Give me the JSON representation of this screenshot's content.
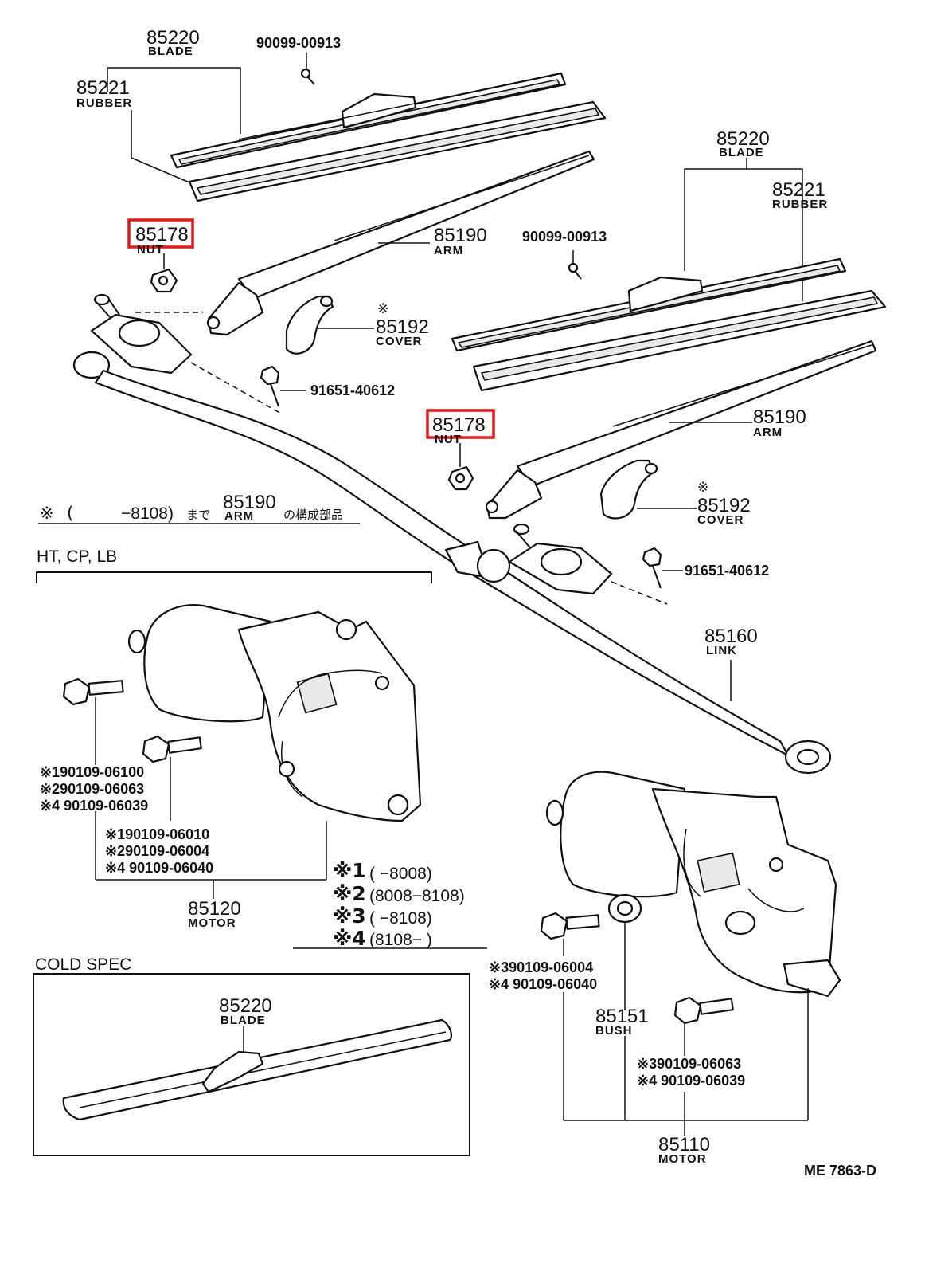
{
  "labels": {
    "blade_top_num": "85220",
    "blade_top_name": "BLADE",
    "screw_top": "90099-00913",
    "rubber_top_num": "85221",
    "rubber_top_name": "RUBBER",
    "nut_left_num": "85178",
    "nut_left_name": "NUT",
    "arm_left_num": "85190",
    "arm_left_name": "ARM",
    "blade_right_num": "85220",
    "blade_right_name": "BLADE",
    "rubber_right_num": "85221",
    "rubber_right_name": "RUBBER",
    "screw_right": "90099-00913",
    "cover_left_mark": "※",
    "cover_left_num": "85192",
    "cover_left_name": "COVER",
    "bolt_left": "91651-40612",
    "nut_right_num": "85178",
    "nut_right_name": "NUT",
    "arm_right_num": "85190",
    "arm_right_name": "ARM",
    "cover_right_mark": "※",
    "cover_right_num": "85192",
    "cover_right_name": "COVER",
    "bolt_right": "91651-40612",
    "link_num": "85160",
    "link_name": "LINK",
    "motor_ht_num": "85120",
    "motor_ht_name": "MOTOR",
    "bush_num": "85151",
    "bush_name": "BUSH",
    "motor_cold_num": "85110",
    "motor_cold_name": "MOTOR",
    "cold_blade_num": "85220",
    "cold_blade_name": "BLADE"
  },
  "note": {
    "mark": "※",
    "open": "(",
    "range": "−8108)",
    "until": "まで",
    "num": "85190",
    "name": "ARM",
    "suffix": "の構成部品"
  },
  "sections": {
    "ht": "HT, CP, LB",
    "cold": "COLD SPEC"
  },
  "bolt_codes_a": [
    "※190109-06100",
    "※290109-06063",
    "※4 90109-06039"
  ],
  "bolt_codes_b": [
    "※190109-06010",
    "※290109-06004",
    "※4 90109-06040"
  ],
  "bolt_codes_c": [
    "※390109-06004",
    "※4 90109-06040"
  ],
  "bolt_codes_d": [
    "※390109-06063",
    "※4 90109-06039"
  ],
  "legend": [
    {
      "mark": "※1",
      "range": "(          −8008)"
    },
    {
      "mark": "※2",
      "range": "(8008−8108)"
    },
    {
      "mark": "※3",
      "range": "(          −8108)"
    },
    {
      "mark": "※4",
      "range": "(8108−          )"
    }
  ],
  "diagram_code": "ME 7863-D",
  "highlight_color": "#e0191f"
}
